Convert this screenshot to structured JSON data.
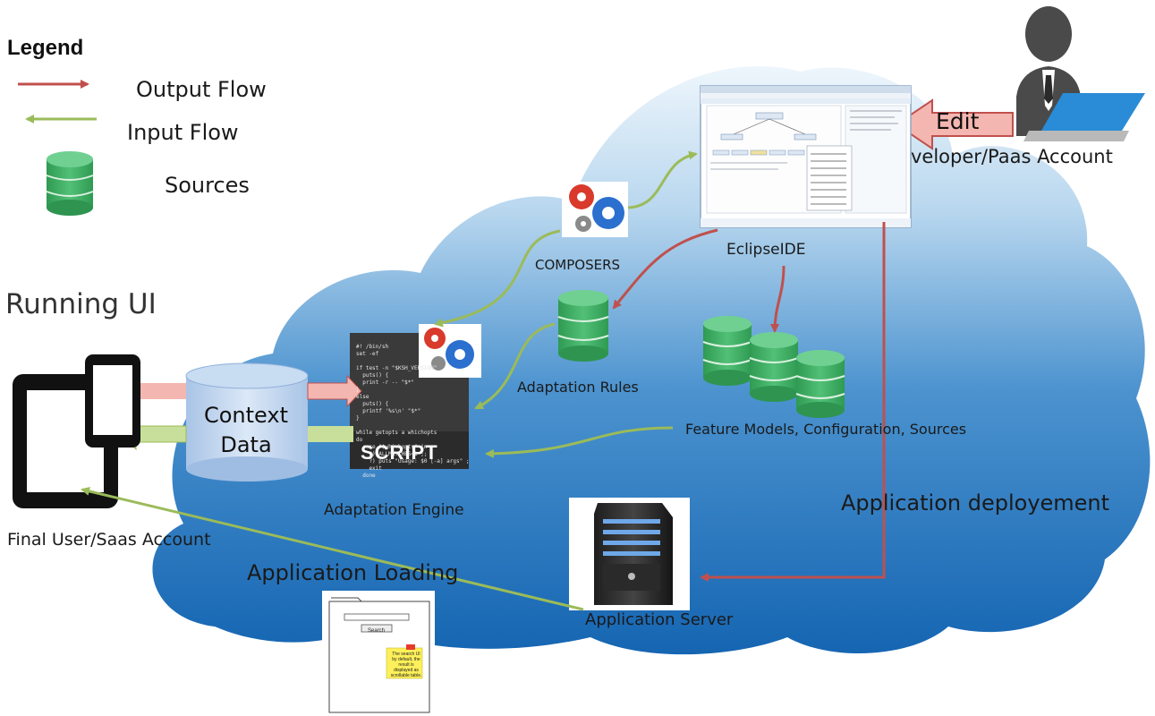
{
  "legend": {
    "title": "Legend",
    "output_flow": "Output Flow",
    "input_flow": "Input Flow",
    "sources": "Sources",
    "output_color": "#c0504d",
    "input_color": "#9bbb59",
    "source_color": "#3fae62"
  },
  "labels": {
    "running_ui": "Running UI",
    "composers": "COMPOSERS",
    "eclipse_ide": "EclipseIDE",
    "adaptation_rules": "Adaptation Rules",
    "feature_models": "Feature Models, Configuration, Sources",
    "context_data": "Context Data",
    "adaptation_engine": "Adaptation Engine",
    "application_deployement": "Application deployement",
    "final_user": "Final User/Saas Account",
    "application_loading": "Application Loading",
    "application_server": "Application Server",
    "edit": "Edit",
    "developer": "veloper/Paas Account",
    "script": "SCRIPT"
  },
  "script_code": "#! /bin/sh\nset -ef\n\nif test -n \"$KSH_VERSION\"\n  puts() {\n  print -r -- \"$*\"\n}\nelse\n  puts() {\n  printf '%s\\n' \"$*\"\n}\n\nwhile getopts a whichopts\ndo\n  case \"$whichopts\" in\n    a) ALLMATCHES=1 ;;\n    ?) puts \"Usage: $0 [-a] args\" ;\n    exit\n  done",
  "mockup": {
    "search_button": "Search",
    "note": "The search UI by default, the result is displayed as scrollable table."
  },
  "colors": {
    "cloud_top": "#e7f2fb",
    "cloud_bottom": "#1868b4",
    "output_arrow": "#c0504d",
    "input_arrow": "#9bbb59",
    "database": "#3fae62",
    "context_db": "#bcd3ef"
  }
}
